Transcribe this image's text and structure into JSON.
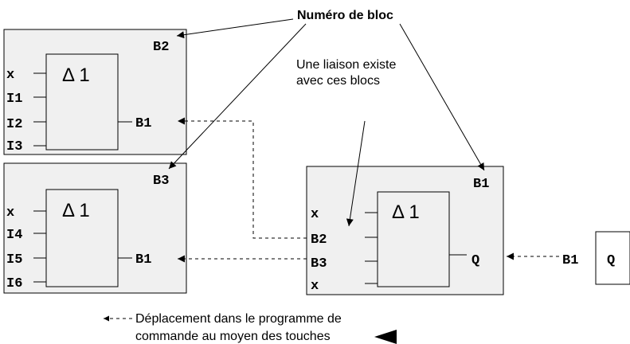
{
  "callouts": {
    "block_number": "Numéro de bloc",
    "link_line1": "Une liaison existe",
    "link_line2": "avec ces blocs"
  },
  "block_b2": {
    "id": "B2",
    "function": "Δ 1",
    "inputs": [
      "x",
      "I1",
      "I2",
      "I3"
    ],
    "output": "B1"
  },
  "block_b3": {
    "id": "B3",
    "function": "Δ 1",
    "inputs": [
      "x",
      "I4",
      "I5",
      "I6"
    ],
    "output": "B1"
  },
  "block_b1": {
    "id": "B1",
    "function": "Δ 1",
    "inputs": [
      "x",
      "B2",
      "B3",
      "x"
    ],
    "output": "Q"
  },
  "output_q": {
    "source": "B1",
    "label": "Q"
  },
  "legend": {
    "line1": "Déplacement dans le programme de",
    "line2": "commande au moyen des touches"
  }
}
